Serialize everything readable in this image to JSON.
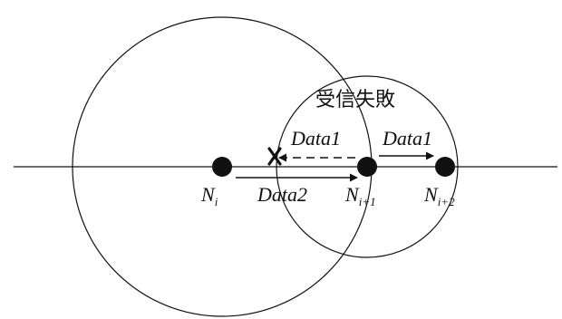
{
  "nodes": [
    {
      "id": "ni",
      "main": "N",
      "sub": "i"
    },
    {
      "id": "ni1",
      "main": "N",
      "sub": "i+1"
    },
    {
      "id": "ni2",
      "main": "N",
      "sub": "i+2"
    }
  ],
  "labels": {
    "failure": "受信失敗",
    "data1_left": "Data1",
    "data1_right": "Data1",
    "data2": "Data2"
  },
  "colors": {
    "line": "#111111",
    "node": "#111111"
  }
}
